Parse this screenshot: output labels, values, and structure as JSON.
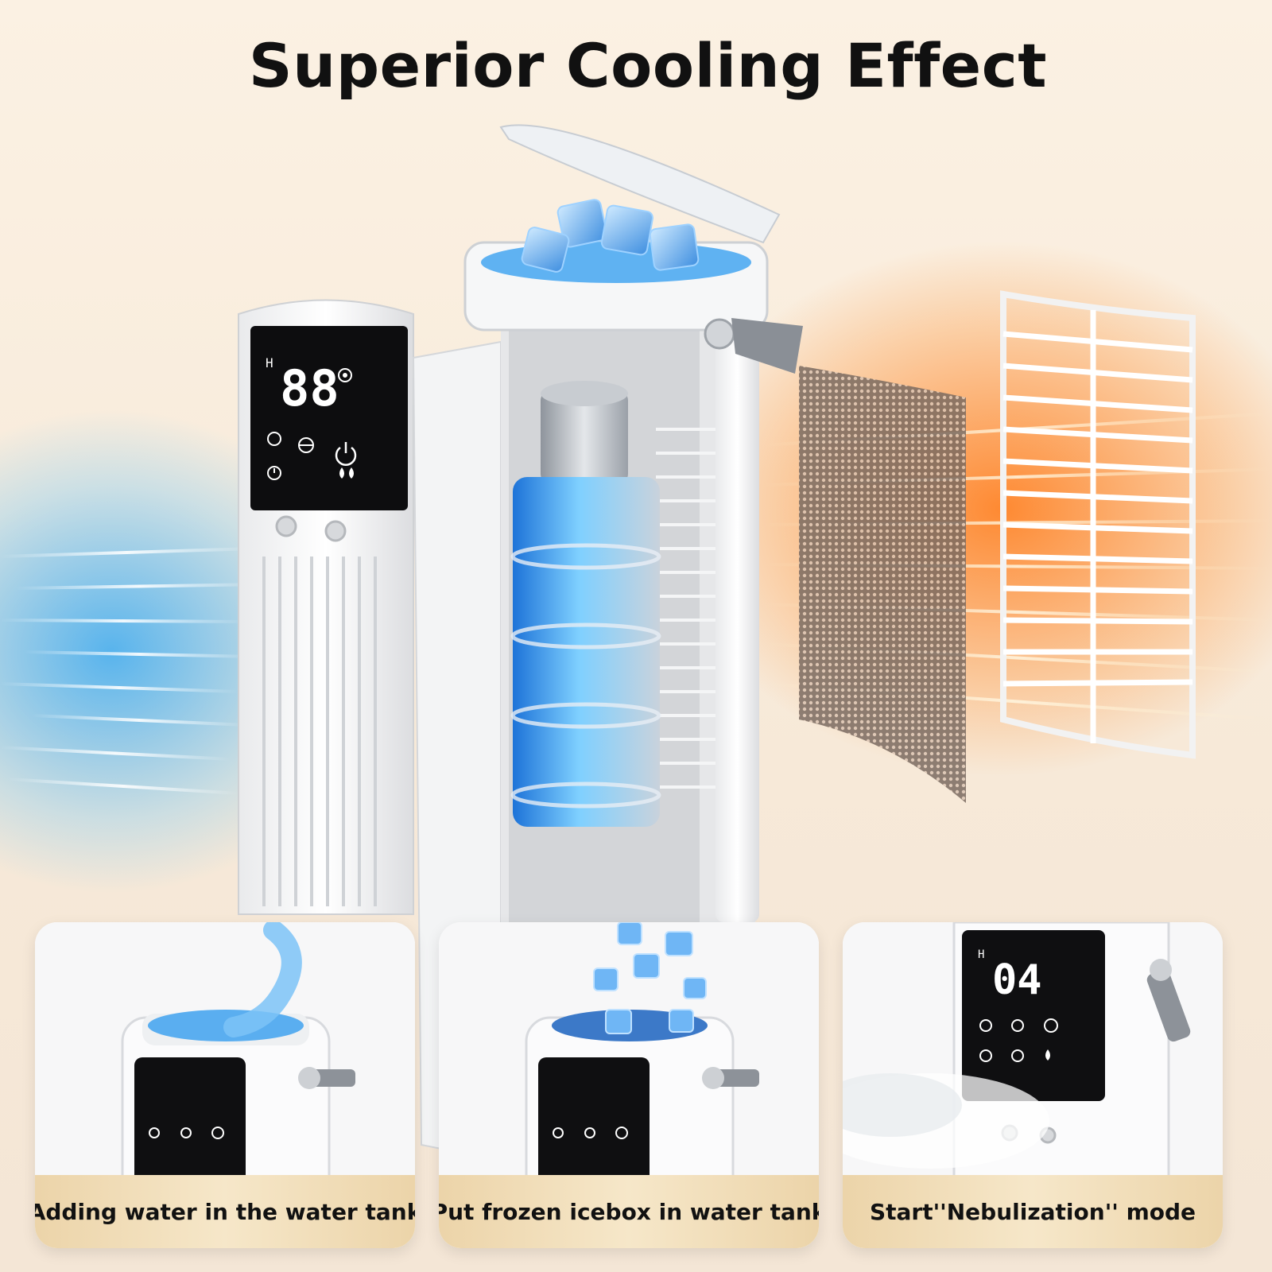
{
  "headline": "Superior Cooling Effect",
  "colors": {
    "warm_accent": "#ff7a1a",
    "cool_accent": "#3aa8f0",
    "caption_bar": "#f2dfbd",
    "panel_dark": "#111111"
  },
  "main_display": {
    "digits": "88",
    "mode_letter": "H"
  },
  "steps": [
    {
      "caption": "Adding water in the water tank"
    },
    {
      "caption": "Put frozen icebox in water tank"
    },
    {
      "caption": "Start''Nebulization'' mode",
      "display_digits": "04",
      "mode_letter": "H"
    }
  ]
}
